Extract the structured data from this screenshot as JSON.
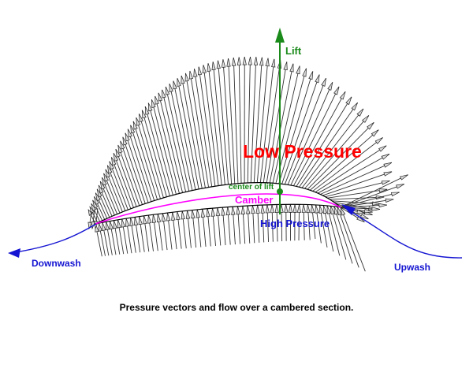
{
  "title": "Pressure vectors and flow over a cambered section",
  "labels": {
    "lift": "Lift",
    "low_pressure": "Low Pressure",
    "center_of_lift": "center of lift",
    "camber": "Camber",
    "high_pressure": "High Pressure",
    "downwash": "Downwash",
    "upwash": "Upwash"
  },
  "caption": "Pressure vectors and flow over a cambered section.",
  "colors": {
    "lift": "#1a8a1a",
    "low_pressure": "#ff0000",
    "camber": "#ff00ff",
    "high_pressure": "#1414d2",
    "flow": "#1414d2",
    "vectors": "#000000",
    "airfoil": "#000000"
  }
}
